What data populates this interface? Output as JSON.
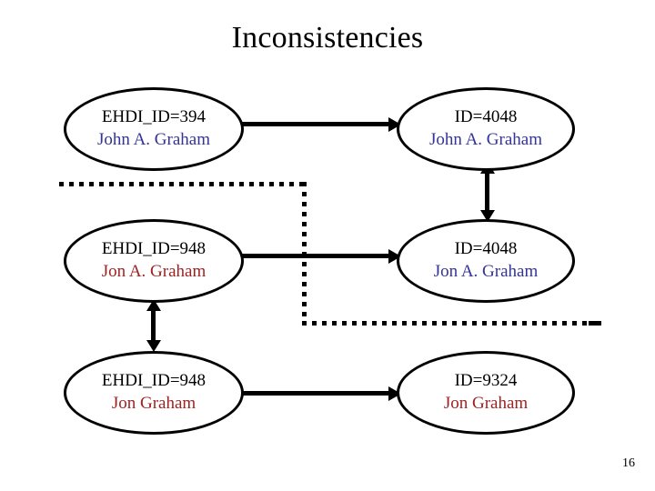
{
  "slide": {
    "title": "Inconsistencies",
    "page_number": "16",
    "colors": {
      "text_black": "#000000",
      "name_navy": "#333399",
      "name_red": "#9e2222",
      "stroke": "#000000",
      "background": "#ffffff"
    }
  },
  "diagram": {
    "type": "record-matching-diagram",
    "nodes": [
      {
        "id": "left-1",
        "column": "left",
        "row": 1,
        "id_label": "EHDI_ID=394",
        "name": "John A. Graham",
        "name_color": "#333399"
      },
      {
        "id": "right-1",
        "column": "right",
        "row": 1,
        "id_label": "ID=4048",
        "name": "John A. Graham",
        "name_color": "#333399"
      },
      {
        "id": "left-2",
        "column": "left",
        "row": 2,
        "id_label": "EHDI_ID=948",
        "name": "Jon A. Graham",
        "name_color": "#9e2222"
      },
      {
        "id": "right-2",
        "column": "right",
        "row": 2,
        "id_label": "ID=4048",
        "name": "Jon A. Graham",
        "name_color": "#333399"
      },
      {
        "id": "left-3",
        "column": "left",
        "row": 3,
        "id_label": "EHDI_ID=948",
        "name": "Jon Graham",
        "name_color": "#9e2222"
      },
      {
        "id": "right-3",
        "column": "right",
        "row": 3,
        "id_label": "ID=9324",
        "name": "Jon Graham",
        "name_color": "#9e2222"
      }
    ],
    "connectors": [
      {
        "id": "h1",
        "from": "right-1",
        "to": "left-1",
        "style": "solid",
        "heads": "both",
        "orientation": "horizontal"
      },
      {
        "id": "h2",
        "from": "right-2",
        "to": "left-2",
        "style": "solid",
        "heads": "both",
        "orientation": "horizontal"
      },
      {
        "id": "h3",
        "from": "right-3",
        "to": "left-3",
        "style": "solid",
        "heads": "both",
        "orientation": "horizontal"
      },
      {
        "id": "v-right",
        "from": "right-1",
        "to": "right-2",
        "style": "solid",
        "heads": "both",
        "orientation": "vertical"
      },
      {
        "id": "v-left",
        "from": "left-2",
        "to": "left-3",
        "style": "solid",
        "heads": "both",
        "orientation": "vertical"
      },
      {
        "id": "dotted-path",
        "style": "dotted",
        "heads": "none",
        "orientation": "elbow"
      }
    ]
  }
}
